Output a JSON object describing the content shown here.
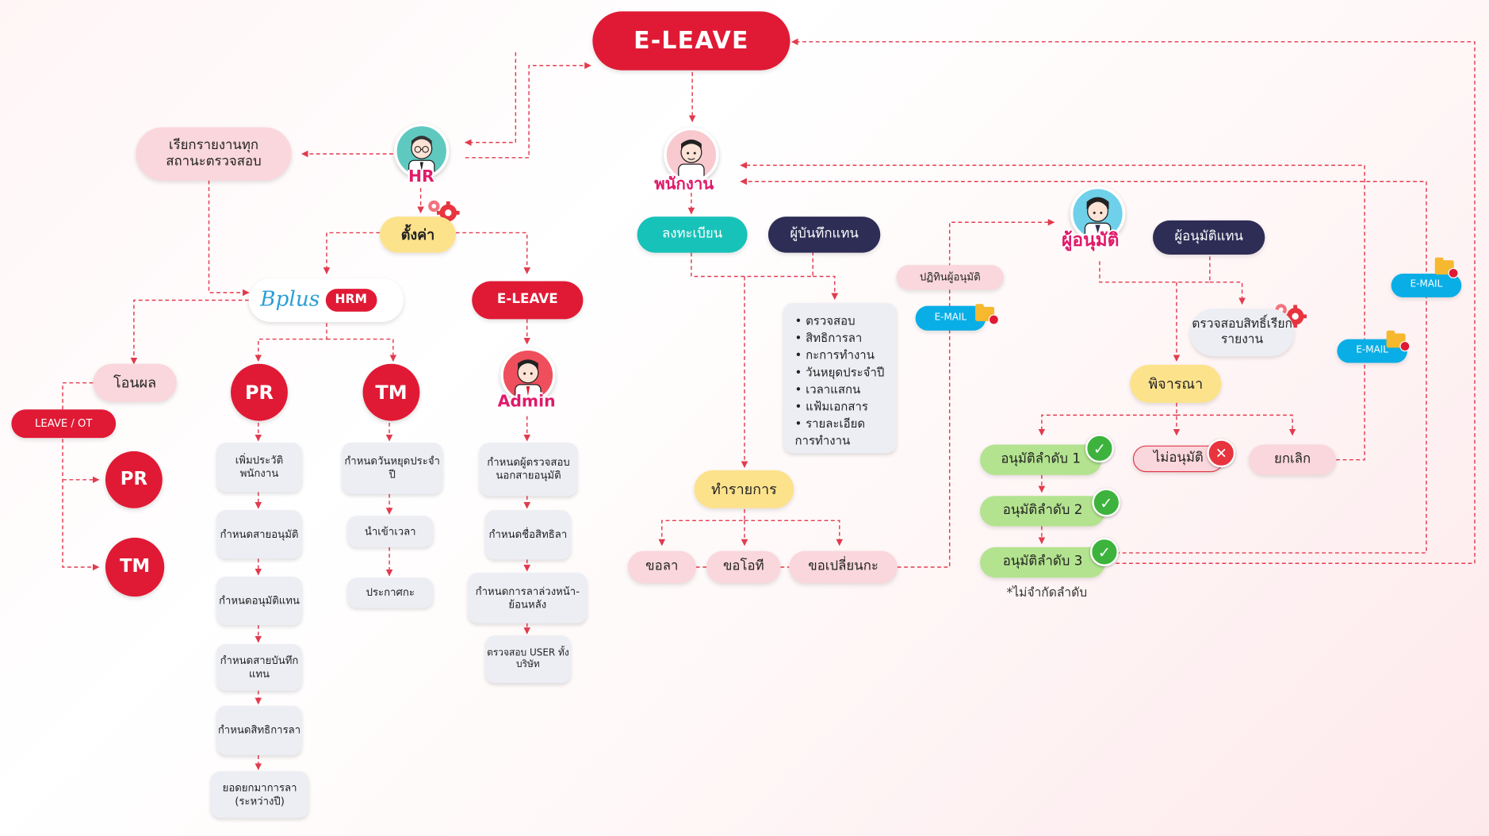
{
  "title": "E-LEAVE",
  "hr": {
    "avatar_label": "HR",
    "report_label": "เรียกรายงานทุกสถานะตรวจสอบ",
    "settings_label": "ตั้งค่า",
    "bplus_logo": "Bplus",
    "hrm_badge": "HRM",
    "transfer_label": "โอนผล",
    "leave_ot_badge": "LEAVE / OT",
    "pr_label": "PR",
    "tm_label": "TM",
    "pr_steps": [
      "เพิ่มประวัติพนักงาน",
      "กำหนดสายอนุมัติ",
      "กำหนดอนุมัติแทน",
      "กำหนดสายบันทึกแทน",
      "กำหนดสิทธิการลา",
      "ยอดยกมาการลา (ระหว่างปี)"
    ],
    "tm_steps": [
      "กำหนดวันหยุดประจำปี",
      "นำเข้าเวลา",
      "ประกาศกะ"
    ],
    "eleave_label": "E-LEAVE",
    "admin_label": "Admin",
    "admin_steps": [
      "กำหนดผู้ตรวจสอบนอกสายอนุมัติ",
      "กำหนดชื่อสิทธิลา",
      "กำหนดการลาล่วงหน้า-ย้อนหลัง",
      "ตรวจสอบ USER ทั้งบริษัท"
    ]
  },
  "employee": {
    "avatar_label": "พนักงาน",
    "register_label": "ลงทะเบียน",
    "proxy_label": "ผู้บันทึกแทน",
    "checklist": [
      "ตรวจสอบ",
      "สิทธิการลา",
      "กะการทำงาน",
      "วันหยุดประจำปี",
      "เวลาแสกน",
      "แฟ้มเอกสาร",
      "รายละเอียดการทำงาน"
    ],
    "transaction_label": "ทำรายการ",
    "requests": [
      "ขอลา",
      "ขอโอที",
      "ขอเปลี่ยนกะ"
    ]
  },
  "approver": {
    "avatar_label": "ผู้อนุมัติ",
    "proxy_label": "ผู้อนุมัติแทน",
    "calendar_label": "ปฏิทินผู้อนุมัติ",
    "email_label": "E-MAIL",
    "rights_label": "ตรวจสอบสิทธิ์เรียกรายงาน",
    "consider_label": "พิจารณา",
    "levels": [
      "อนุมัติลำดับ 1",
      "อนุมัติลำดับ 2",
      "อนุมัติลำดับ 3"
    ],
    "reject_label": "ไม่อนุมัติ",
    "cancel_label": "ยกเลิก",
    "note": "*ไม่จำกัดลำดับ"
  },
  "icons": {
    "gear": "gear-icon",
    "check": "check-circle-icon",
    "reject": "x-circle-icon",
    "mail": "mail-folder-icon"
  },
  "colors": {
    "primary_red": "#e01a35",
    "teal": "#17c2b9",
    "navy": "#2e2d56",
    "email_blue": "#0aaee6",
    "approve_green": "#b3e38f",
    "yellow": "#fde28c",
    "soft_pink": "#fad7dc",
    "line_red": "#e23b4e"
  }
}
